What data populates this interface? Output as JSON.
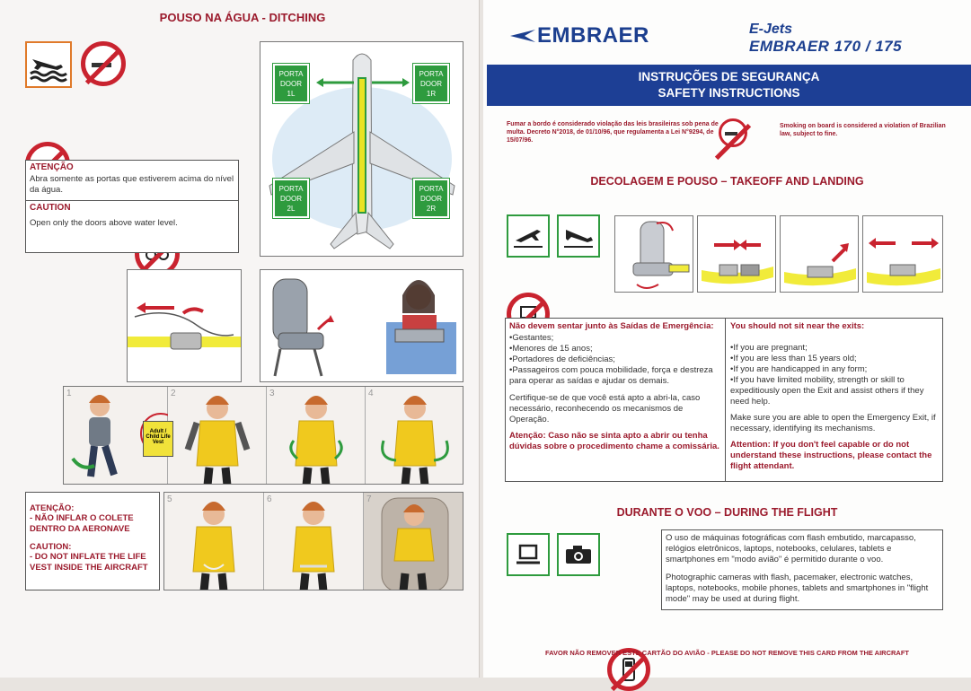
{
  "left": {
    "ditching_title": "POUSO NA ÁGUA - DITCHING",
    "attention_pt_title": "ATENÇÃO",
    "attention_pt_text": "Abra somente as portas que estiverem acima do nível da água.",
    "caution_en_title": "CAUTION",
    "caution_en_text": "Open only the doors above water level.",
    "doors": {
      "d1l": [
        "PORTA",
        "DOOR",
        "1L"
      ],
      "d1r": [
        "PORTA",
        "DOOR",
        "1R"
      ],
      "d2l": [
        "PORTA",
        "DOOR",
        "2L"
      ],
      "d2r": [
        "PORTA",
        "DOOR",
        "2R"
      ]
    },
    "vest_label": "Adult / Child Life Vest",
    "step_numbers": [
      "1",
      "2",
      "3",
      "4",
      "5",
      "6",
      "7"
    ],
    "vest_attention_pt_title": "ATENÇÃO:",
    "vest_attention_pt_text": "- NÃO INFLAR O COLETE DENTRO DA AERONAVE",
    "vest_caution_en_title": "CAUTION:",
    "vest_caution_en_text": "- DO NOT INFLATE THE LIFE VEST INSIDE THE AIRCRAFT"
  },
  "right": {
    "brand": "EMBRAER",
    "model_line1": "E-Jets",
    "model_line2": "EMBRAER 170 / 175",
    "banner_line1": "INSTRUÇÕES DE SEGURANÇA",
    "banner_line2": "SAFETY INSTRUCTIONS",
    "smoking_pt": "Fumar a bordo é considerado violação das leis brasileiras sob pena de multa. Decreto N°2018, de 01/10/96, que regulamenta a Lei N°9294, de 15/07/96.",
    "smoking_en": "Smoking on board is considered a violation of Brazilian law, subject to fine.",
    "takeoff_title": "DECOLAGEM E POUSO – TAKEOFF AND LANDING",
    "exits_pt_title": "Não devem sentar junto às Saídas de Emergência:",
    "exits_pt_items": [
      "Gestantes;",
      "Menores de 15 anos;",
      "Portadores de deficiências;",
      "Passageiros com pouca mobilidade, força e destreza para operar as saídas e ajudar os demais."
    ],
    "exits_pt_check": "Certifique-se de que você está apto a abri-la, caso necessário, reconhecendo os mecanismos de Operação.",
    "exits_pt_attention": "Atenção: Caso não se sinta apto a abrir ou tenha dúvidas sobre o procedimento chame a comissária.",
    "exits_en_title": "You should not sit near the exits:",
    "exits_en_items": [
      "If you are pregnant;",
      "If you are less than 15 years old;",
      "If you are handicapped in any form;",
      "If you have limited mobility, strength or skill to expeditiously open the Exit and assist others if they need help."
    ],
    "exits_en_check": "Make sure you are able to open the Emergency Exit, if necessary, identifying its mechanisms.",
    "exits_en_attention": "Attention: If you don't feel capable or do not understand these instructions, please contact the flight attendant.",
    "flight_title": "DURANTE O VOO – DURING THE FLIGHT",
    "flight_pt": "O uso de máquinas fotográficas com flash embutido, marcapasso, relógios eletrônicos, laptops, notebooks, celulares, tablets e smartphones em \"modo avião\" é permitido durante o voo.",
    "flight_en": "Photographic cameras with flash, pacemaker, electronic watches, laptops, notebooks, mobile phones, tablets and smartphones in \"flight mode\" may be used at during flight.",
    "footer": "FAVOR NÃO REMOVER ESTE CARTÃO DO AVIÃO - PLEASE DO NOT REMOVE THIS CARD FROM THE AIRCRAFT"
  },
  "colors": {
    "brand_blue": "#1c3f8f",
    "warning_red": "#c9232f",
    "door_green": "#2e9b3e",
    "text_red": "#9b1a2c"
  }
}
